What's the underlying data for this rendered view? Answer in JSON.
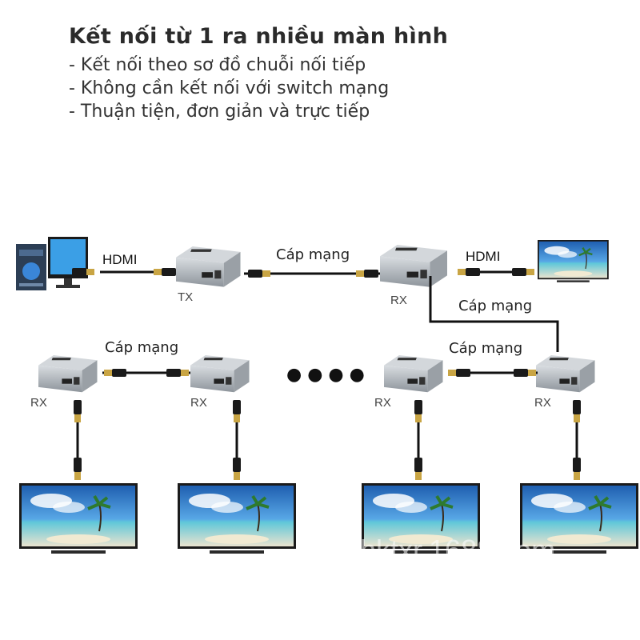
{
  "header": {
    "title": "Kết nối từ 1 ra nhiều màn hình",
    "bullets": [
      "- Kết nối theo sơ đồ chuỗi nối tiếp",
      "- Không cần kết nối với switch mạng",
      "- Thuận tiện, đơn giản và trực tiếp"
    ]
  },
  "labels": {
    "hdmi_left": "HDMI",
    "hdmi_right": "HDMI",
    "tx": "TX",
    "rx_top": "RX",
    "cable_top": "Cáp mạng",
    "cable_drop": "Cáp mạng",
    "cable_left": "Cáp mạng",
    "cable_right": "Cáp mạng",
    "rx_row": [
      "RX",
      "RX",
      "RX",
      "RX"
    ],
    "dots": "● ● ● ●",
    "watermark": "hktxr.1688.com"
  },
  "colors": {
    "cable": "#111111",
    "device": "#b9bec4",
    "screen_sky": "#3f8fd6",
    "sea": "#5fc7d9"
  }
}
